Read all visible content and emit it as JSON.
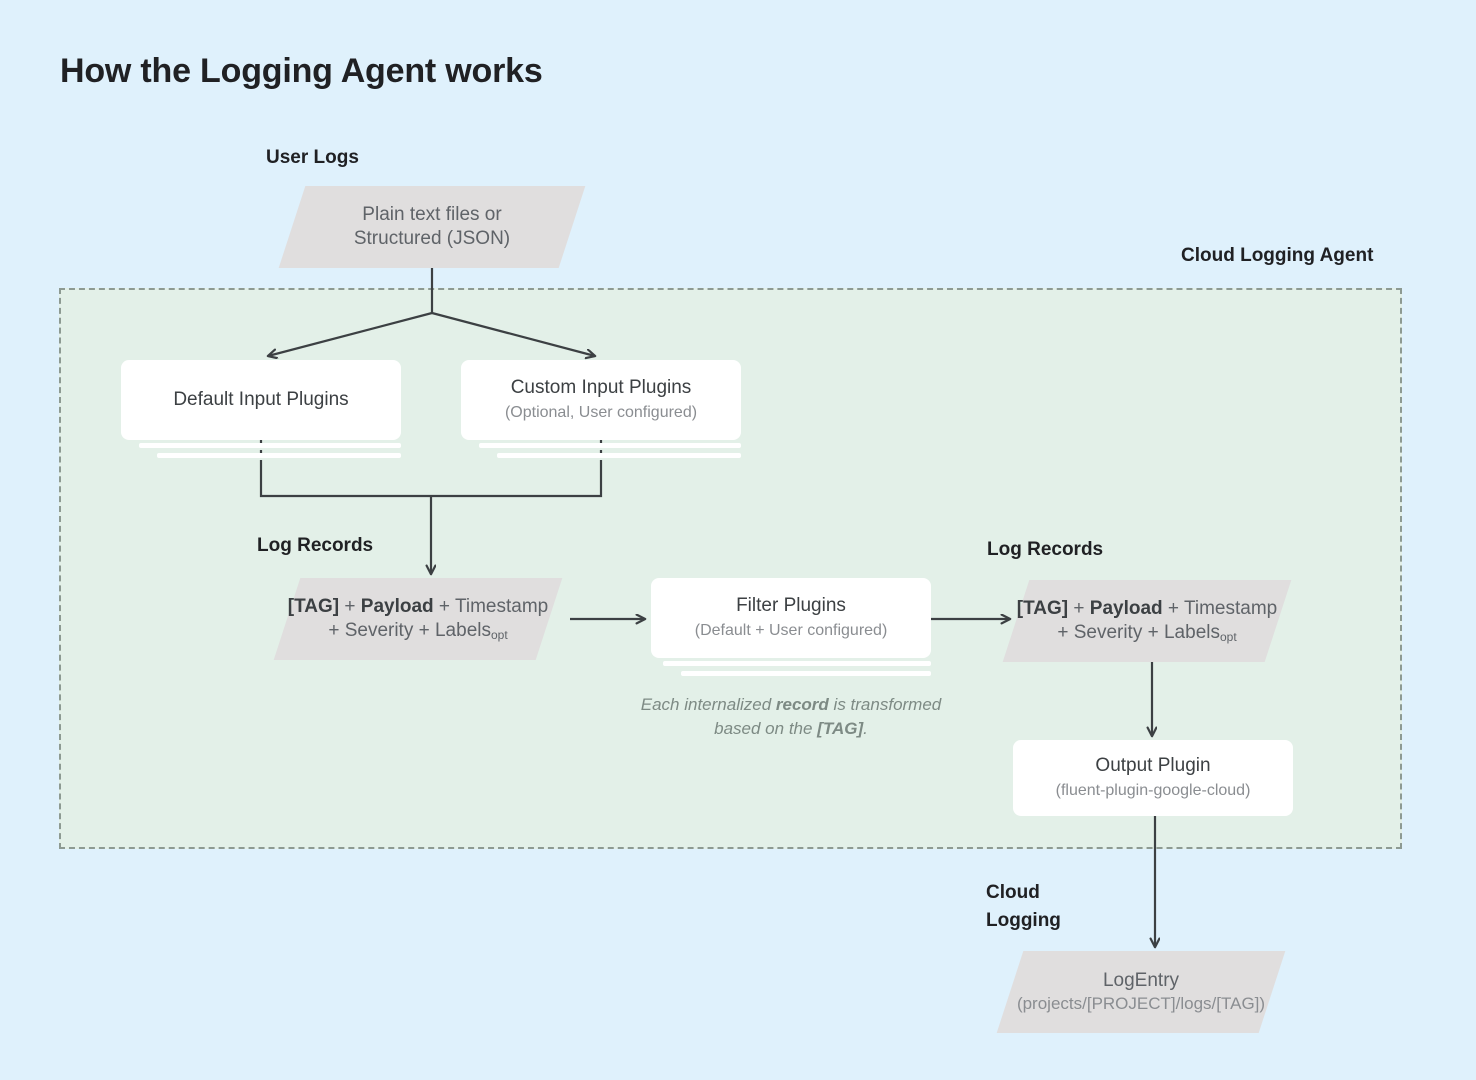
{
  "page": {
    "title": "How the Logging Agent works",
    "background_color": "#dff1fc",
    "agent_region_color": "#e3f0e8",
    "node_fill_color": "#e0dede",
    "card_fill_color": "#ffffff",
    "connector_color": "#3c4043"
  },
  "labels": {
    "user_logs": "User Logs",
    "cloud_logging_agent": "Cloud Logging Agent",
    "log_records_left": "Log Records",
    "log_records_right": "Log Records",
    "cloud_logging": "Cloud\nLogging",
    "cloud_logging_line1": "Cloud",
    "cloud_logging_line2": "Logging"
  },
  "nodes": {
    "user_logs_source": {
      "shape": "parallelogram",
      "line1": "Plain text files or",
      "line2": "Structured (JSON)"
    },
    "default_input_plugins": {
      "shape": "card-stack",
      "title": "Default Input Plugins",
      "subtitle": ""
    },
    "custom_input_plugins": {
      "shape": "card-stack",
      "title": "Custom Input Plugins",
      "subtitle": "(Optional, User configured)"
    },
    "log_record_pre": {
      "shape": "parallelogram",
      "line1_a": "[TAG]",
      "line1_b": " + ",
      "line1_c": "Payload",
      "line1_d": " + Timestamp",
      "line2_a": "+ Severity + Labels",
      "line2_sub": "opt"
    },
    "filter_plugins": {
      "shape": "card-stack",
      "title": "Filter Plugins",
      "subtitle": "(Default + User configured)"
    },
    "log_record_post": {
      "shape": "parallelogram",
      "line1_a": "[TAG]",
      "line1_b": " + ",
      "line1_c": "Payload",
      "line1_d": " + Timestamp",
      "line2_a": "+ Severity + Labels",
      "line2_sub": "opt"
    },
    "output_plugin": {
      "shape": "card",
      "title": "Output Plugin",
      "subtitle": "(fluent-plugin-google-cloud)"
    },
    "log_entry": {
      "shape": "parallelogram",
      "title": "LogEntry",
      "subtitle": "(projects/[PROJECT]/logs/[TAG])"
    }
  },
  "annotations": {
    "transform_caption_a": "Each internalized ",
    "transform_caption_b": "record",
    "transform_caption_c": " is",
    "transform_caption_d": "transformed based on the ",
    "transform_caption_e": "[TAG]",
    "transform_caption_f": "."
  }
}
